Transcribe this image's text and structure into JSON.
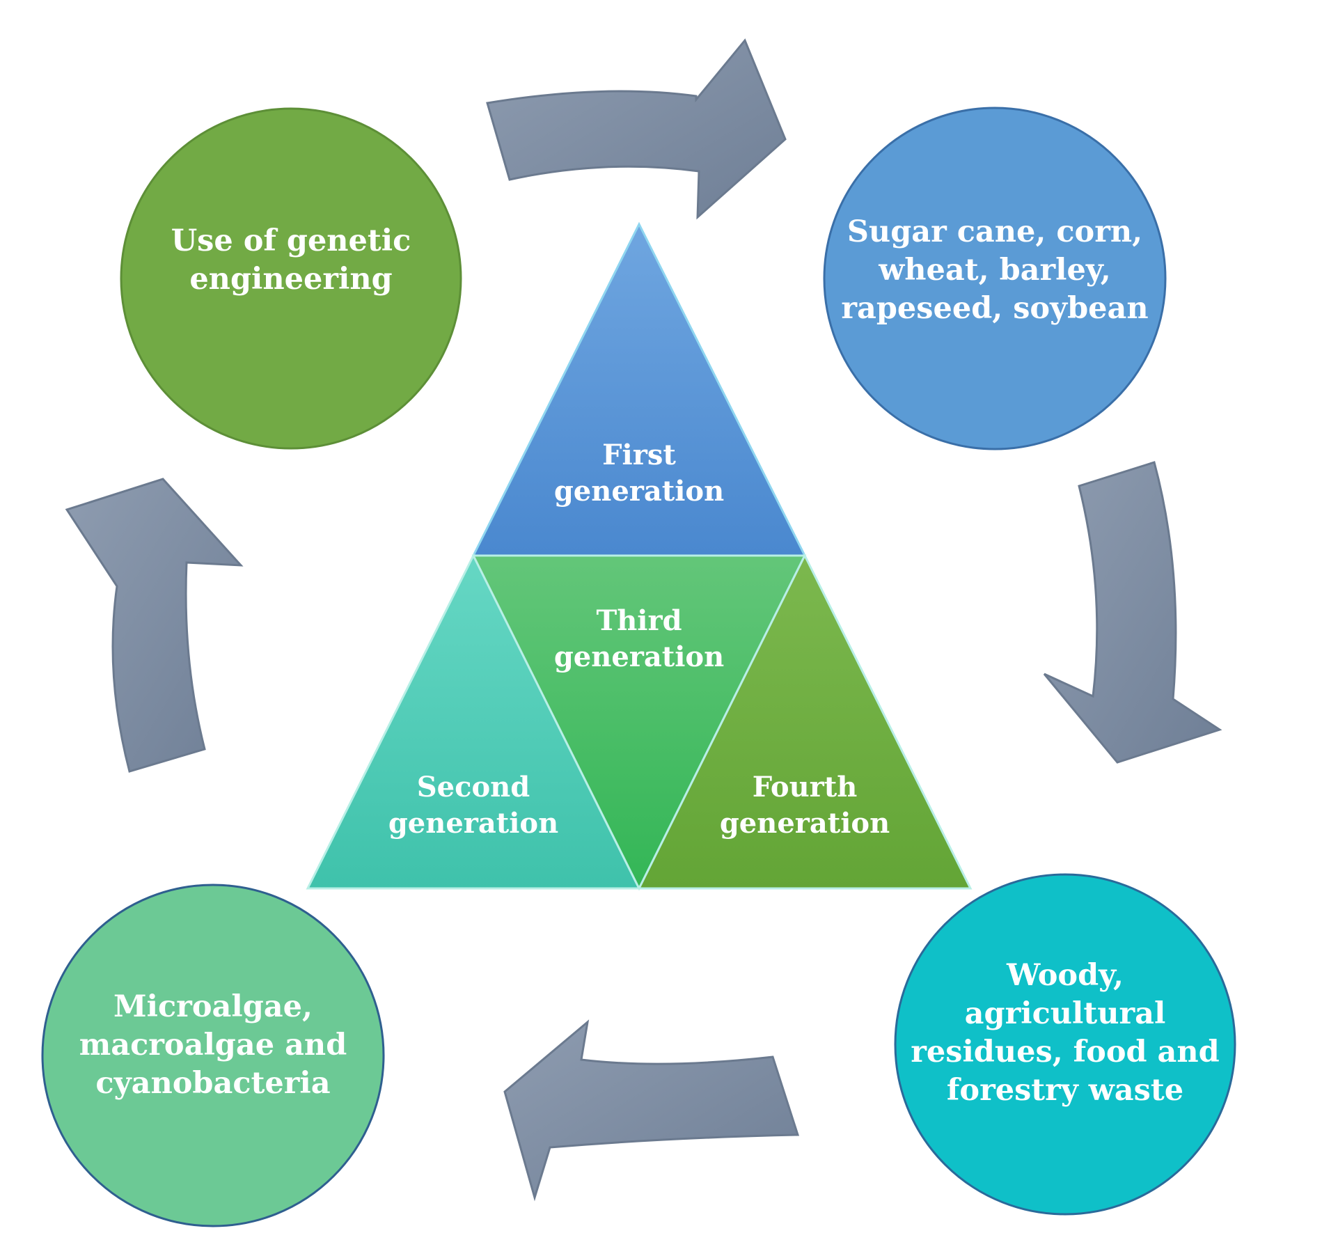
{
  "colors": {
    "arrow": "#7f8ea3",
    "circle_genetic": "#72aa45",
    "circle_food_crops": "#5b9bd5",
    "circle_waste": "#0fc0c8",
    "circle_algae": "#6cc995",
    "tri_first": "#5a97d8",
    "tri_second": "#4fcdb6",
    "tri_third": "#45be63",
    "tri_fourth": "#6aab3e"
  },
  "circles": {
    "genetic": {
      "line1": "Use of genetic",
      "line2": "engineering"
    },
    "food_crops": {
      "line1": "Sugar cane, corn,",
      "line2": "wheat, barley,",
      "line3": "rapeseed, soybean"
    },
    "waste": {
      "line1": "Woody,",
      "line2": "agricultural",
      "line3": "residues, food and",
      "line4": "forestry waste"
    },
    "algae": {
      "line1": "Microalgae,",
      "line2": "macroalgae and",
      "line3": "cyanobacteria"
    }
  },
  "pyramid": {
    "first": {
      "line1": "First",
      "line2": "generation"
    },
    "second": {
      "line1": "Second",
      "line2": "generation"
    },
    "third": {
      "line1": "Third",
      "line2": "generation"
    },
    "fourth": {
      "line1": "Fourth",
      "line2": "generation"
    }
  },
  "arrows": [
    "arrow-right",
    "arrow-down",
    "arrow-left",
    "arrow-up"
  ]
}
